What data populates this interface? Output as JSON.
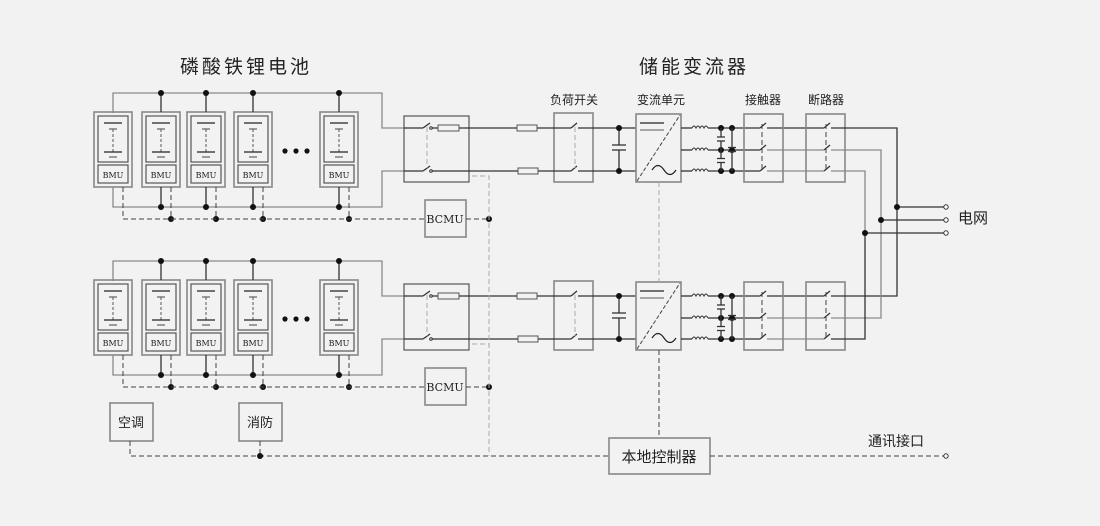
{
  "titles": {
    "battery": "磷酸铁锂电池",
    "pcs": "储能变流器"
  },
  "labels": {
    "load_switch": "负荷开关",
    "converter_unit": "变流单元",
    "contactor": "接触器",
    "breaker": "断路器",
    "grid": "电网",
    "comm_port": "通讯接口",
    "local_controller": "本地控制器",
    "air_conditioner": "空调",
    "fire_protection": "消防",
    "bcmu": "BCMU",
    "bmu": "BMU",
    "ellipsis": "● ● ●"
  },
  "strings": {
    "upper": {
      "bcmu": "BCMU",
      "bmu_count_shown": 5
    },
    "lower": {
      "bcmu": "BCMU",
      "bmu_count_shown": 5
    }
  }
}
